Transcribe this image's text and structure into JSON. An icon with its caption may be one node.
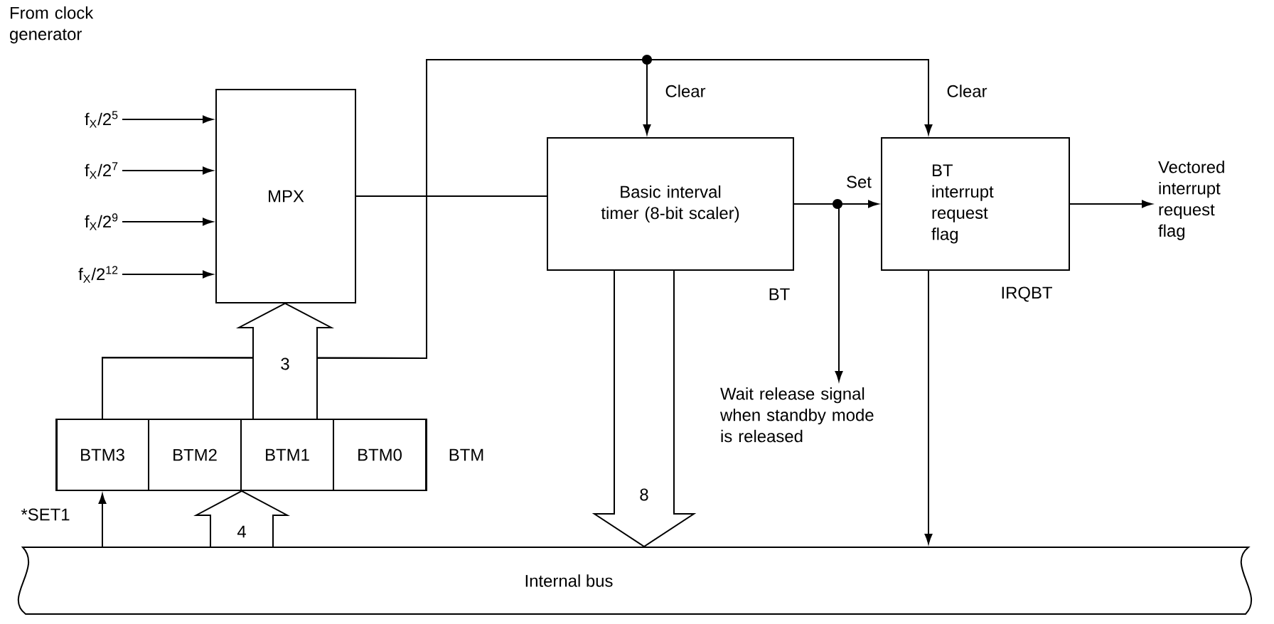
{
  "diagram": {
    "nodes": [
      {
        "text": [
          "f$_{X}$/2$^{5}$"
        ]
      },
      {
        "text": [
          "f$_{X}$/2$^{7}$"
        ]
      },
      {
        "text": [
          "f$_{X}$/2$^{9}$"
        ]
      },
      {
        "text": [
          "f$_{X}$/2$^{12}$"
        ]
      },
      {
        "text": [
          "MPX"
        ]
      },
      {
        "text": [
          "Basic interval timer (8-bit scaler)"
        ],
        "beside": [
          "BT"
        ]
      },
      {
        "text": [
          "BT interrupt request flag"
        ],
        "beside": [
          "IRQBT"
        ]
      },
      {
        "text": [
          "Vectored interrupt request flag"
        ]
      },
      {
        "text": [
          "Wait release signal when standby mode is released"
        ]
      },
      {
        "text": [
          "BTM"
        ]
      },
      {
        "text": [
          "BTM3"
        ],
        "in": 9
      },
      {
        "text": [
          "BTM2"
        ],
        "in": 9
      },
      {
        "text": [
          "BTM1"
        ],
        "in": 9
      },
      {
        "text": [
          "BTM0"
        ],
        "in": 9
      },
      {
        "text": [
          "Internal bus"
        ]
      }
    ],
    "edges": [
      {
        "from": 0,
        "to": 4,
        "arrow": "to"
      },
      {
        "from": 1,
        "to": 4,
        "arrow": "to"
      },
      {
        "from": 2,
        "to": 4,
        "arrow": "to"
      },
      {
        "from": 3,
        "to": 4,
        "arrow": "to"
      },
      {
        "from": 4,
        "to": 5,
        "arrow": "none"
      },
      {
        "from": 10,
        "to": 5,
        "arrow": "to",
        "label": "Clear"
      },
      {
        "from": 10,
        "to": 6,
        "arrow": "to",
        "label": "Clear"
      },
      {
        "from": 9,
        "to": 4,
        "arrow": "to",
        "label": "3",
        "style": "thick"
      },
      {
        "from": 5,
        "to": 6,
        "arrow": "to",
        "label": "Set"
      },
      {
        "from": 5,
        "to": 8,
        "arrow": "to"
      },
      {
        "from": 5,
        "to": 14,
        "arrow": "to",
        "label": "8",
        "style": "thick"
      },
      {
        "from": 6,
        "to": 7,
        "arrow": "to"
      },
      {
        "from": 6,
        "to": 14,
        "arrow": "to"
      },
      {
        "from": 14,
        "to": 10,
        "arrow": "to",
        "label": "*SET1"
      },
      {
        "from": 14,
        "to": 9,
        "arrow": "to",
        "label": "4",
        "style": "thick"
      }
    ],
    "labels": [
      "From clock generator"
    ]
  }
}
